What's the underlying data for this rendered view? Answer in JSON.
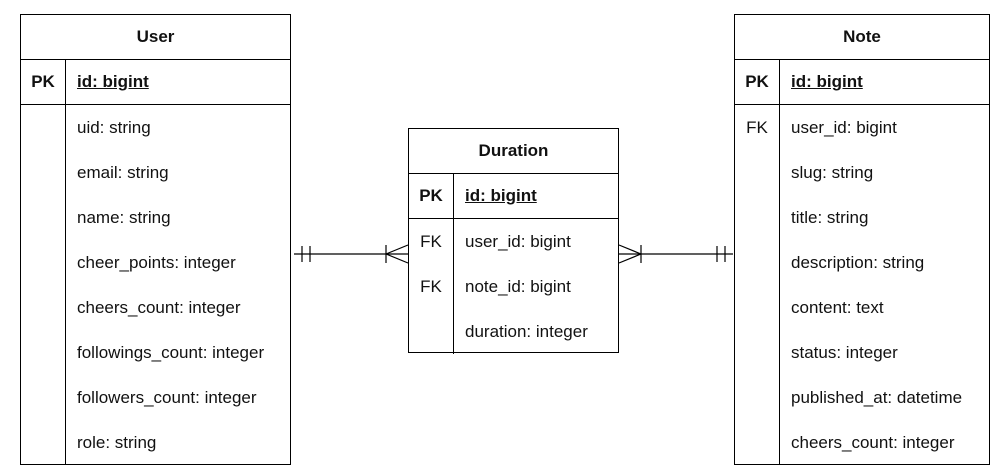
{
  "diagram": {
    "entities": {
      "user": {
        "title": "User",
        "pk": {
          "key": "PK",
          "field": "id: bigint"
        },
        "fields": [
          {
            "key": "",
            "name": "uid: string"
          },
          {
            "key": "",
            "name": "email: string"
          },
          {
            "key": "",
            "name": "name: string"
          },
          {
            "key": "",
            "name": "cheer_points: integer"
          },
          {
            "key": "",
            "name": "cheers_count: integer"
          },
          {
            "key": "",
            "name": "followings_count: integer"
          },
          {
            "key": "",
            "name": "followers_count: integer"
          },
          {
            "key": "",
            "name": "role: string"
          }
        ]
      },
      "duration": {
        "title": "Duration",
        "pk": {
          "key": "PK",
          "field": "id: bigint"
        },
        "fields": [
          {
            "key": "FK",
            "name": "user_id: bigint"
          },
          {
            "key": "FK",
            "name": "note_id: bigint"
          },
          {
            "key": "",
            "name": "duration: integer"
          }
        ]
      },
      "note": {
        "title": "Note",
        "pk": {
          "key": "PK",
          "field": "id: bigint"
        },
        "fields": [
          {
            "key": "FK",
            "name": "user_id: bigint"
          },
          {
            "key": "",
            "name": "slug: string"
          },
          {
            "key": "",
            "name": "title: string"
          },
          {
            "key": "",
            "name": "description: string"
          },
          {
            "key": "",
            "name": "content: text"
          },
          {
            "key": "",
            "name": "status: integer"
          },
          {
            "key": "",
            "name": "published_at: datetime"
          },
          {
            "key": "",
            "name": "cheers_count: integer"
          }
        ]
      }
    },
    "relationships": [
      {
        "from": "user",
        "to": "duration",
        "from_cardinality": "one-and-only-one",
        "to_cardinality": "one-or-many"
      },
      {
        "from": "note",
        "to": "duration",
        "from_cardinality": "one-and-only-one",
        "to_cardinality": "one-or-many"
      }
    ]
  }
}
